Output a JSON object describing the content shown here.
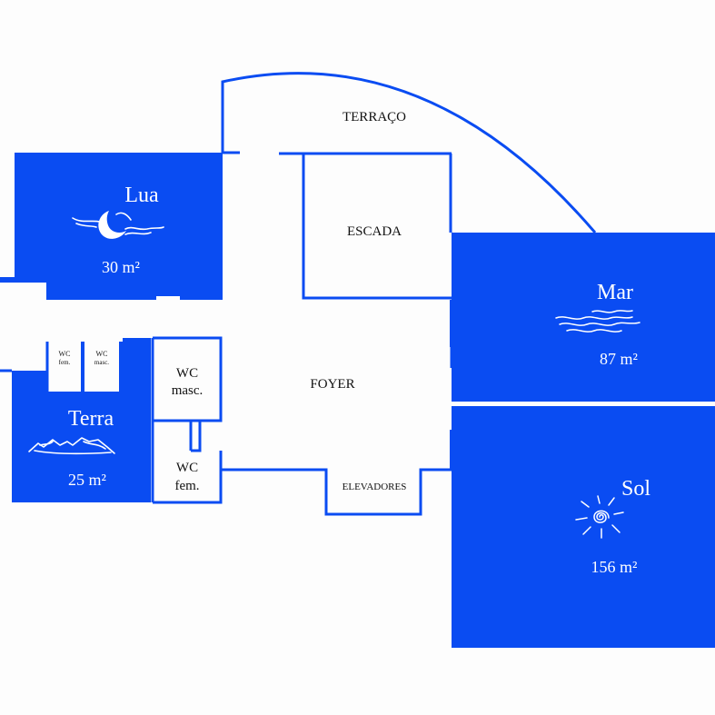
{
  "colors": {
    "room_fill": "#0a4cf2",
    "wall": "#0a4cf2",
    "background": "#fdfdfd",
    "light_text": "#ffffff",
    "dark_text": "#111111"
  },
  "rooms": {
    "lua": {
      "name": "Lua",
      "area": "30 m²",
      "icon": "moon-wave-icon"
    },
    "terra": {
      "name": "Terra",
      "area": "25 m²",
      "icon": "mountains-icon"
    },
    "mar": {
      "name": "Mar",
      "area": "87 m²",
      "icon": "waves-icon"
    },
    "sol": {
      "name": "Sol",
      "area": "156 m²",
      "icon": "sun-spiral-icon"
    }
  },
  "areas": {
    "terraco": "TERRAÇO",
    "escada": "ESCADA",
    "foyer": "FOYER",
    "elevadores": "ELEVADORES"
  },
  "wc": {
    "large_masc": [
      "WC",
      "masc."
    ],
    "large_fem": [
      "WC",
      "fem."
    ],
    "small_fem": [
      "WC",
      "fem."
    ],
    "small_masc": [
      "WC",
      "masc."
    ]
  }
}
